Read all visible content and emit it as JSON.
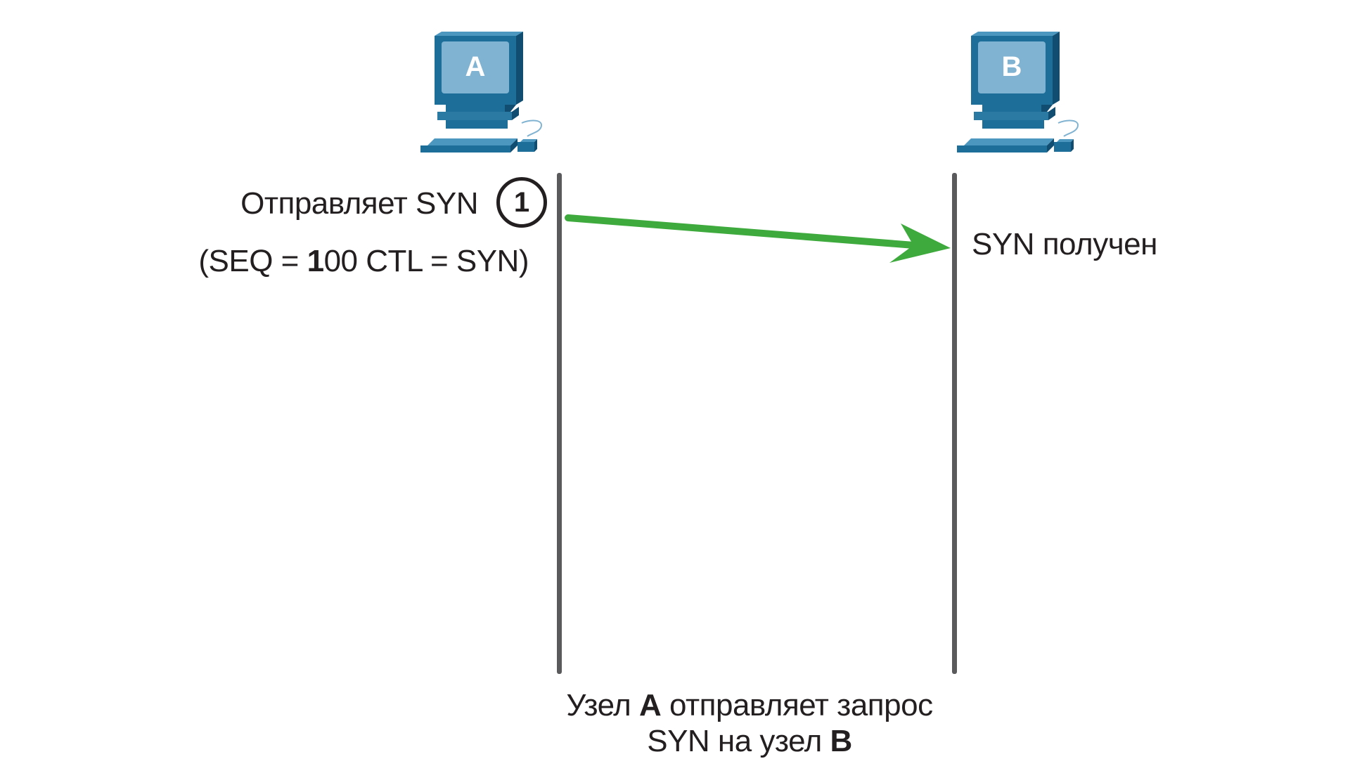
{
  "hosts": {
    "a": {
      "label": "A"
    },
    "b": {
      "label": "B"
    }
  },
  "step": {
    "number": "1",
    "send_label": "Отправляет SYN",
    "segment": {
      "prefix": "(SEQ = ",
      "seq_bold": "1",
      "seq_rest": "00 CTL = SYN)"
    },
    "received_label": "SYN получен"
  },
  "caption": {
    "part1": "Узел ",
    "host_a": "A",
    "part2": " отправляет запрос",
    "part3": "SYN на узел ",
    "host_b": "B"
  },
  "colors": {
    "computer_body": "#1d6f99",
    "computer_screen": "#80b3d1",
    "arrow": "#3eaa3d",
    "lifeline": "#5a5a5c"
  },
  "icons": {
    "host_a": "desktop-computer-icon",
    "host_b": "desktop-computer-icon",
    "arrow": "arrow-right-icon"
  }
}
